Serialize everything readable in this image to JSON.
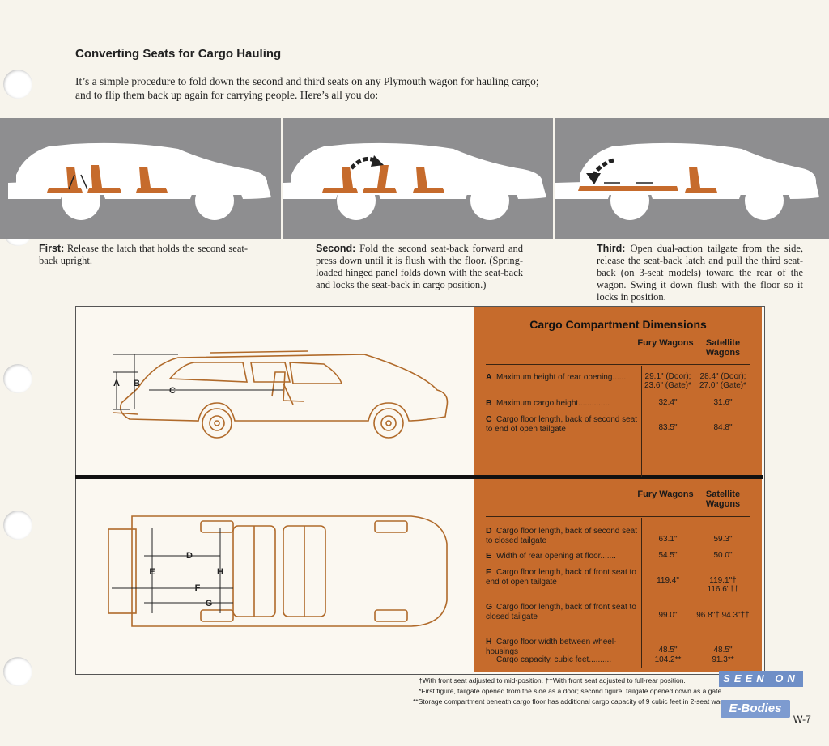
{
  "header": {
    "title": "Converting Seats for Cargo Hauling",
    "intro": "It’s a simple procedure to fold down the second and third seats on any Plymouth wagon for hauling cargo; and to flip them back up again for carrying people. Here’s all you do:"
  },
  "steps": [
    {
      "label": "First:",
      "text": "Release the latch that holds the second seat-back upright."
    },
    {
      "label": "Second:",
      "text": "Fold the second seat-back forward and press down until it is flush with the floor. (Spring-loaded hinged panel folds down with the seat-back and locks the seat-back in cargo position.)"
    },
    {
      "label": "Third:",
      "text": "Open dual-action tailgate from the side, release the seat-back latch and pull the third seat-back (on 3-seat models) toward the rear of the wagon. Swing it down flush with the floor so it locks in position."
    }
  ],
  "diagram_labels": {
    "side": [
      "A",
      "B",
      "C"
    ],
    "top": [
      "D",
      "E",
      "F",
      "G",
      "H"
    ]
  },
  "table": {
    "title": "Cargo Compartment Dimensions",
    "col_fury": "Fury Wagons",
    "col_satellite": "Satellite Wagons",
    "rows": [
      {
        "key": "A",
        "label": "Maximum height of rear opening",
        "fury": "29.1\" (Door); 23.6\" (Gate)*",
        "satellite": "28.4\" (Door); 27.0\" (Gate)*"
      },
      {
        "key": "B",
        "label": "Maximum cargo height",
        "fury": "32.4\"",
        "satellite": "31.6\""
      },
      {
        "key": "C",
        "label": "Cargo floor length, back of second seat to end of open tailgate",
        "fury": "83.5\"",
        "satellite": "84.8\""
      },
      {
        "key": "D",
        "label": "Cargo floor length, back of second seat to closed tailgate",
        "fury": "63.1\"",
        "satellite": "59.3\""
      },
      {
        "key": "E",
        "label": "Width of rear opening at floor",
        "fury": "54.5\"",
        "satellite": "50.0\""
      },
      {
        "key": "F",
        "label": "Cargo floor length, back of front seat to end of open tailgate",
        "fury": "119.4\"",
        "satellite": "119.1\"† 116.6\"††"
      },
      {
        "key": "G",
        "label": "Cargo floor length, back of front seat to closed tailgate",
        "fury": "99.0\"",
        "satellite": "96.8\"† 94.3\"††"
      },
      {
        "key": "H",
        "label": "Cargo floor width between wheel-housings",
        "fury": "48.5\"",
        "satellite": "48.5\""
      },
      {
        "key": "",
        "label": "Cargo capacity, cubic feet",
        "fury": "104.2**",
        "satellite": "91.3**"
      }
    ]
  },
  "footnotes": [
    "†With front seat adjusted to mid-position.   ††With front seat adjusted to full-rear position.",
    "*First figure, tailgate opened from the side as a door; second figure, tailgate opened down as a gate.",
    "**Storage compartment beneath cargo floor has additional cargo capacity of 9 cubic feet in 2-seat wagons."
  ],
  "watermark": {
    "line1": "SEEN ON",
    "line2": "E-Bodies"
  },
  "page_number": "W-7",
  "colors": {
    "accent_orange": "#c66b2c",
    "panel_gray": "#8e8e90",
    "line_brown": "#b06a2a"
  }
}
